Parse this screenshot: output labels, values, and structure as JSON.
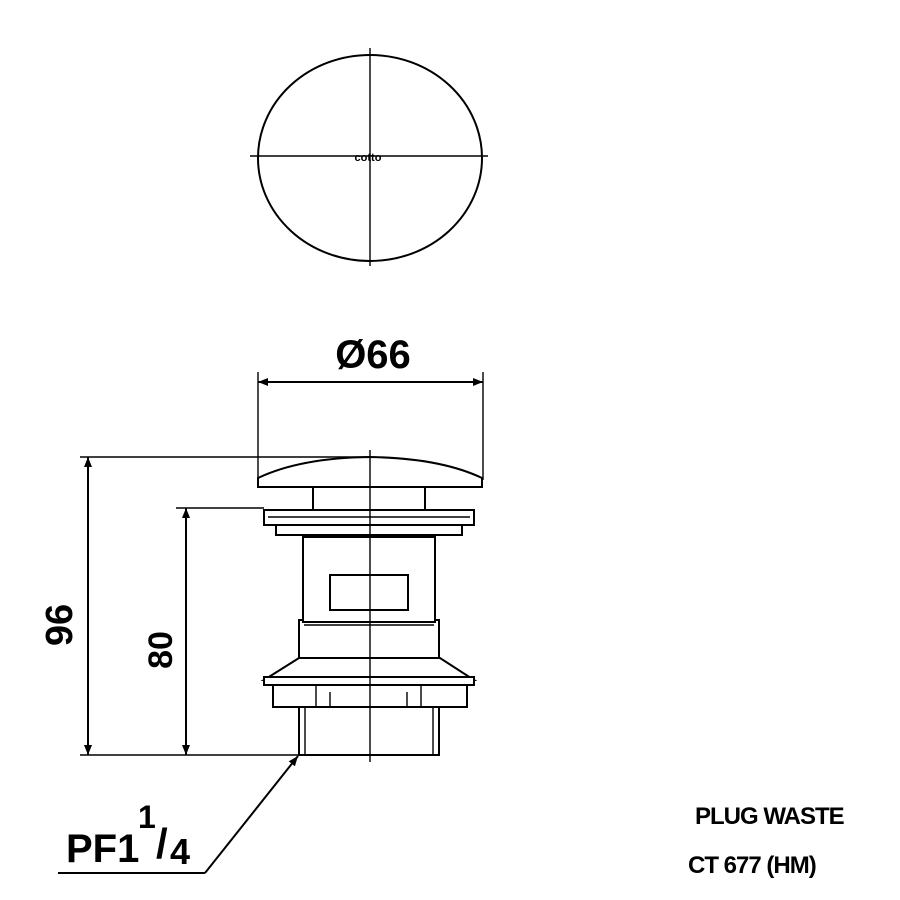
{
  "drawing": {
    "top_view": {
      "logo_text": "cotto"
    },
    "dimensions": {
      "diameter": "Ø66",
      "total_height": "96",
      "body_height": "80",
      "thread": {
        "prefix": "PF1",
        "numerator": "1",
        "slash": "/",
        "denominator": "4"
      }
    },
    "title_block": {
      "product_name": "PLUG WASTE",
      "model_code": "CT 677 (HM)"
    }
  }
}
